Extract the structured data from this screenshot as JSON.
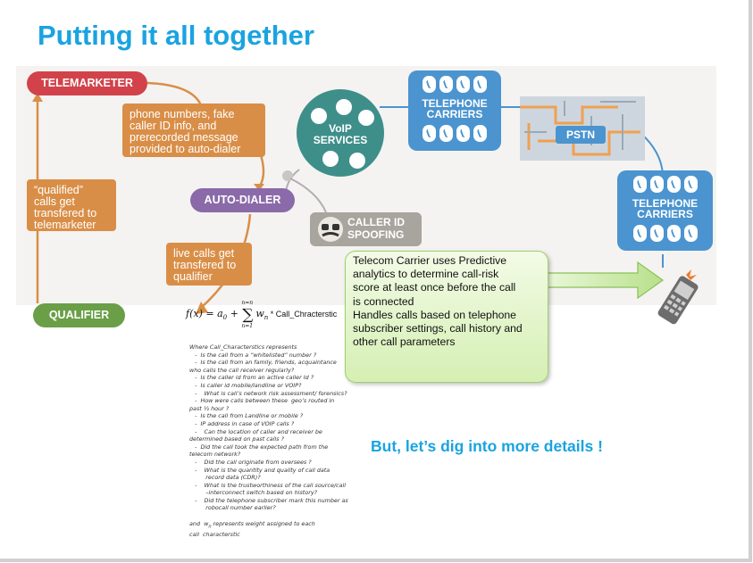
{
  "slide": {
    "title": "Putting it all together",
    "closing": "But, let’s dig into more details !"
  },
  "diagram": {
    "telemarketer": "TELEMARKETER",
    "auto_dialer": "AUTO-DIALER",
    "qualifier": "QUALIFIER",
    "box_numbers": [
      "phone numbers, fake",
      "caller ID info, and",
      "prerecorded message",
      "provided to auto-dialer"
    ],
    "box_qualified": [
      "“qualified”",
      "calls get",
      "transfered to",
      "telemarketer"
    ],
    "box_live": [
      "live calls get",
      "transfered to",
      "qualifier"
    ],
    "voip": [
      "VoIP",
      "SERVICES"
    ],
    "carriers_top": [
      "TELEPHONE",
      "CARRIERS"
    ],
    "carriers_right": [
      "TELEPHONE",
      "CARRIERS"
    ],
    "pstn": "PSTN",
    "caller_id": [
      "CALLER ID",
      "SPOOFING"
    ],
    "colors": {
      "telemarketer": "#d2424a",
      "auto_dialer": "#8a6aa8",
      "qualifier": "#6a9f48",
      "orange": "#d98e47",
      "voip": "#3e8f8a",
      "carrier": "#4b94cf",
      "path": "#f0a050"
    }
  },
  "formula": {
    "lhs": "f(x) = a",
    "sub0": "0",
    "plus": " + ",
    "sum_top": "n=n",
    "sum_bottom": "n=1",
    "term": "w",
    "term_sub": "n",
    "rest": " * Call_Chracterstic"
  },
  "callout": {
    "lines": [
      "Telecom Carrier uses Predictive",
      "analytics to determine call-risk",
      "score at least once before the call",
      "is connected",
      "Handles calls based on telephone",
      "subscriber settings, call history and",
      "other call parameters"
    ]
  },
  "notes": {
    "lines": [
      "Where Call_Characterstics represents",
      "   -  Is the call from a “whitelisted” number ?",
      "   -  Is the call from an family, friends, acquaintance",
      "who calls the call receiver regularly?",
      "   -  Is the caller id from an active caller Id ?",
      "   -  Is caller id mobile/landline or VOIP?",
      "   -    What is call’s network risk assessment/ forensics?",
      "   -  How were calls between these  geo’s routed in",
      "past ½ hour ?",
      "   -  Is the call from Landline or mobile ?",
      "   -  IP address in case of VOIP calls ?",
      "   -    Can the location of caller and receiver be",
      "determined based on past calls ?",
      "   -  Did the call took the expected path from the",
      "telecom network?",
      "   -    Did the call originate from oversees ?",
      "   -    What is the quantity and quality of call data",
      "         record data (CDR)?",
      "   -    What is the trustworthiness of the call source/call",
      "         –interconnect switch based on history?",
      "   -    Did the telephone subscriber mark this number as",
      "         robocall number earlier?",
      "",
      "and  w",
      "call  characterstic"
    ],
    "weight_sub": "n",
    "weight_rest": " represents weight assigned to each"
  }
}
